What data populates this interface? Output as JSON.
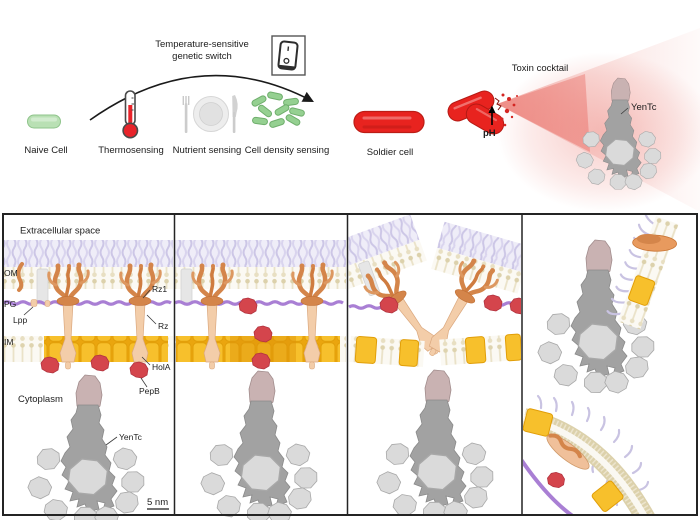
{
  "top_flow": {
    "switch_label": {
      "line1": "Temperature-sensitive",
      "line2": "genetic switch"
    },
    "stages": [
      {
        "id": "naive",
        "label": "Naive Cell",
        "icon": "bacterium-pill-icon"
      },
      {
        "id": "thermo",
        "label": "Thermosensing",
        "icon": "thermometer-icon"
      },
      {
        "id": "nutrient",
        "label": "Nutrient sensing",
        "icon": "plate-cutlery-icon"
      },
      {
        "id": "density",
        "label": "Cell density sensing",
        "icon": "bacteria-cluster-icon"
      }
    ],
    "soldier_label": "Soldier cell",
    "ph_label": "pH",
    "toxin_label": "Toxin cocktail",
    "yentc_label": "YenTc"
  },
  "membrane_panels": {
    "panel_count": 4,
    "panel1": {
      "extracellular": "Extracellular space",
      "om": "OM",
      "pg": "PG",
      "lpp": "Lpp",
      "im": "IM",
      "rz1": "Rz1",
      "rz": "Rz",
      "hola": "HolA",
      "pepb": "PepB",
      "cytoplasm": "Cytoplasm",
      "yentc": "YenTc",
      "scale_bar": "5 nm"
    }
  },
  "colors": {
    "naive_green": "#b9e0b4",
    "bacteria_green": "#95d091",
    "soldier_red": "#e8231f",
    "toxin_plume": "#e23a2e",
    "lps_lavender": "#d9d4ee",
    "om_beige": "#dcd1ab",
    "pg_purple": "#a97fd4",
    "im_yellow": "#f7c02c",
    "holin_active_orange": "#e0950a",
    "complex_orange": "#d4854a",
    "rz_salmon": "#f3cda9",
    "endolysin_red": "#d4454c",
    "yentc_body_gray": "#a2a2a2",
    "yentc_petal_gray": "#dadada",
    "yentc_cap_pink": "#c9b2b2"
  }
}
